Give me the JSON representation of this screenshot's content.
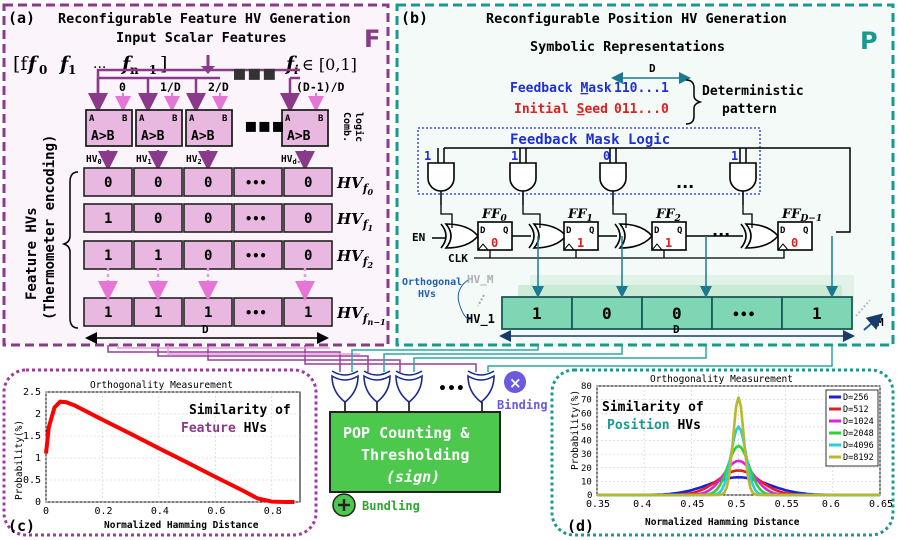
{
  "panel_a": {
    "label": "(a)",
    "title": "Reconfigurable Feature HV Generation",
    "subtitle": "Input Scalar Features",
    "corner": "F",
    "inputs": [
      "[f",
      "0",
      "f",
      "1",
      "...",
      "f",
      "n−1",
      "]"
    ],
    "fi_range": "∈ [0,1]",
    "thresholds": [
      "0",
      "1/D",
      "2/D",
      "(D-1)/D"
    ],
    "comparator_label": "A>B",
    "comp_a": "A",
    "comp_b": "B",
    "comb_logic": "Comb. logic",
    "hv_taps": [
      "HV",
      "0",
      "HV",
      "1",
      "HV",
      "2",
      "HV",
      "d-1"
    ],
    "side_label": "Feature HVs",
    "side_label2": "(Thermometer encoding)",
    "rows": [
      {
        "cells": [
          "0",
          "0",
          "0",
          "•••",
          "0"
        ],
        "name": "HV",
        "sub": "f",
        "subsub": "0"
      },
      {
        "cells": [
          "1",
          "0",
          "0",
          "•••",
          "0"
        ],
        "name": "HV",
        "sub": "f",
        "subsub": "1"
      },
      {
        "cells": [
          "1",
          "1",
          "0",
          "•••",
          "0"
        ],
        "name": "HV",
        "sub": "f",
        "subsub": "2"
      },
      {
        "cells": [
          "1",
          "1",
          "1",
          "•••",
          "1"
        ],
        "name": "HV",
        "sub": "f",
        "subsub": "n−1"
      }
    ],
    "dim": "D",
    "dots": "•••"
  },
  "panel_b": {
    "label": "(b)",
    "title": "Reconfigurable Position HV Generation",
    "subtitle": "Symbolic Representations",
    "corner": "P",
    "dim": "D",
    "mask_label": "Feedback Mask",
    "mask_value": "110...1",
    "seed_label": "Initial Seed",
    "seed_value": "011...0",
    "deterministic": "Deterministic",
    "pattern": "pattern",
    "logic_title": "Feedback Mask Logic",
    "mask_bits": [
      "1",
      "1",
      "0",
      "1"
    ],
    "ff_names": [
      "FF",
      "0",
      "FF",
      "1",
      "FF",
      "2",
      "FF",
      "D−1"
    ],
    "ff_seed": [
      "0",
      "1",
      "1",
      "0"
    ],
    "ff_d": "D",
    "ff_q": "Q",
    "en": "EN",
    "clk": "CLK",
    "dots": "...",
    "orth1": "Orthogonal",
    "orth2": "HVs",
    "hv_m": "HV_M",
    "hv_1": "HV_1",
    "position_cells": [
      "1",
      "0",
      "0",
      "•••",
      "1"
    ],
    "m_label": "M",
    "dim2": "D"
  },
  "center": {
    "xor_dots": "•••",
    "binding": "Binding",
    "pop_line1": "POP Counting &",
    "pop_line2": "Thresholding",
    "pop_line3": "(sign)",
    "bundling": "Bundling"
  },
  "panel_c": {
    "label": "(c)",
    "chart_title": "Orthogonality Measurement",
    "annotation1": "Similarity of",
    "annotation2a": "Feature",
    "annotation2b": "HVs",
    "ylabel": "Probability(%)",
    "xlabel": "Normalized Hamming Distance",
    "x_ticks": [
      "0",
      "0.2",
      "0.4",
      "0.6",
      "0.8"
    ],
    "y_ticks": [
      "0",
      "0.5",
      "1",
      "1.5",
      "2",
      "2.5"
    ]
  },
  "panel_d": {
    "label": "(d)",
    "chart_title": "Orthogonality Measurement",
    "annotation1": "Similarity of",
    "annotation2a": "Position",
    "annotation2b": "HVs",
    "ylabel": "Probability(%)",
    "xlabel": "Normalized Hamming Distance",
    "x_ticks": [
      "0.35",
      "0.4",
      "0.45",
      "0.5",
      "0.55",
      "0.6",
      "0.65"
    ],
    "y_ticks": [
      "0",
      "10",
      "20",
      "30",
      "40",
      "50",
      "60",
      "70",
      "80"
    ]
  },
  "colors": {
    "purple": "#8b3a8b",
    "teal": "#1a9a8f",
    "cell_purple": "#e9b8e0",
    "cell_teal": "#7fd6b5",
    "green": "#4cc94c"
  },
  "chart_data": [
    {
      "type": "line",
      "title": "Orthogonality Measurement",
      "xlabel": "Normalized Hamming Distance",
      "ylabel": "Probability(%)",
      "xlim": [
        0,
        0.9
      ],
      "ylim": [
        0,
        2.5
      ],
      "x_ticks": [
        0,
        0.2,
        0.4,
        0.6,
        0.8
      ],
      "y_ticks": [
        0,
        0.5,
        1,
        1.5,
        2,
        2.5
      ],
      "grid": true,
      "series": [
        {
          "color": "#ff0000",
          "x": [
            0,
            0.01,
            0.03,
            0.05,
            0.07,
            0.1,
            0.2,
            0.3,
            0.4,
            0.5,
            0.6,
            0.7,
            0.75,
            0.8,
            0.85,
            0.88
          ],
          "y": [
            1.1,
            1.7,
            2.15,
            2.28,
            2.27,
            2.2,
            1.87,
            1.55,
            1.22,
            0.9,
            0.57,
            0.25,
            0.08,
            0.01,
            0.0,
            0.0
          ]
        }
      ]
    },
    {
      "type": "line",
      "title": "Orthogonality Measurement",
      "xlabel": "Normalized Hamming Distance",
      "ylabel": "Probability(%)",
      "xlim": [
        0.35,
        0.65
      ],
      "ylim": [
        0,
        80
      ],
      "x_ticks": [
        0.35,
        0.4,
        0.45,
        0.5,
        0.55,
        0.6,
        0.65
      ],
      "y_ticks": [
        0,
        10,
        20,
        30,
        40,
        50,
        60,
        70,
        80
      ],
      "grid": true,
      "legend": "top-right",
      "series": [
        {
          "name": "D=256",
          "color": "#1f1fd6",
          "peak": 13,
          "sigma": 0.031
        },
        {
          "name": "D=512",
          "color": "#e02020",
          "peak": 18,
          "sigma": 0.022
        },
        {
          "name": "D=1024",
          "color": "#e020e0",
          "peak": 25,
          "sigma": 0.0156
        },
        {
          "name": "D=2048",
          "color": "#2ed12e",
          "peak": 36,
          "sigma": 0.011
        },
        {
          "name": "D=4096",
          "color": "#22d0e0",
          "peak": 50,
          "sigma": 0.0078
        },
        {
          "name": "D=8192",
          "color": "#b8b82a",
          "peak": 72,
          "sigma": 0.0055
        }
      ]
    }
  ]
}
